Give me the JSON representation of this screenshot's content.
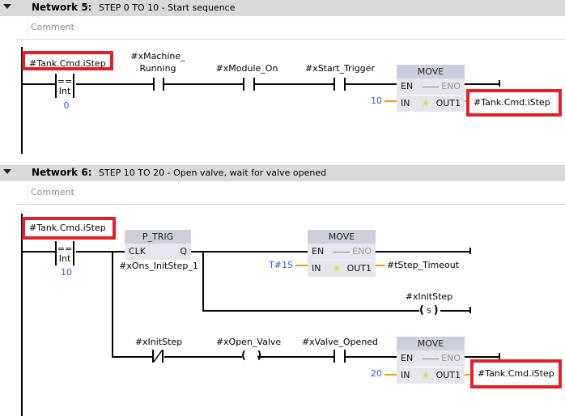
{
  "networks": [
    {
      "title": "Network 5:",
      "description": "STEP 0 TO 10 - Start sequence",
      "comment_placeholder": "Comment",
      "compare": {
        "operand": "#Tank.Cmd.iStep",
        "op": "==",
        "type": "Int",
        "value": "0"
      },
      "contacts": [
        {
          "label": "#xMachine_\nRunning",
          "line1": "#xMachine_",
          "line2": "Running",
          "type": "NO"
        },
        {
          "label": "#xModule_On",
          "type": "NO"
        },
        {
          "label": "#xStart_Trigger",
          "type": "NO"
        }
      ],
      "move": {
        "title": "MOVE",
        "en": "EN",
        "eno": "ENO",
        "in": "IN",
        "out": "OUT1",
        "in_value": "10",
        "out_value": "#Tank.Cmd.iStep"
      }
    },
    {
      "title": "Network 6:",
      "description": "STEP 10 TO 20 - Open valve, wait for valve opened",
      "comment_placeholder": "Comment",
      "compare": {
        "operand": "#Tank.Cmd.iStep",
        "op": "==",
        "type": "Int",
        "value": "10"
      },
      "ptrig": {
        "title": "P_TRIG",
        "clk": "CLK",
        "q": "Q",
        "instance": "#xOns_InitStep_1"
      },
      "move1": {
        "title": "MOVE",
        "en": "EN",
        "eno": "ENO",
        "in": "IN",
        "out": "OUT1",
        "in_value": "T#1S",
        "out_value": "#tStep_Timeout"
      },
      "set_coil": {
        "label": "#xInitStep",
        "symbol": "S"
      },
      "branch2": {
        "nc_contact": "#xInitStep",
        "coil": "#xOpen_Valve",
        "contact": "#xValve_Opened"
      },
      "move2": {
        "title": "MOVE",
        "en": "EN",
        "eno": "ENO",
        "in": "IN",
        "out": "OUT1",
        "in_value": "20",
        "out_value": "#Tank.Cmd.iStep"
      }
    }
  ]
}
